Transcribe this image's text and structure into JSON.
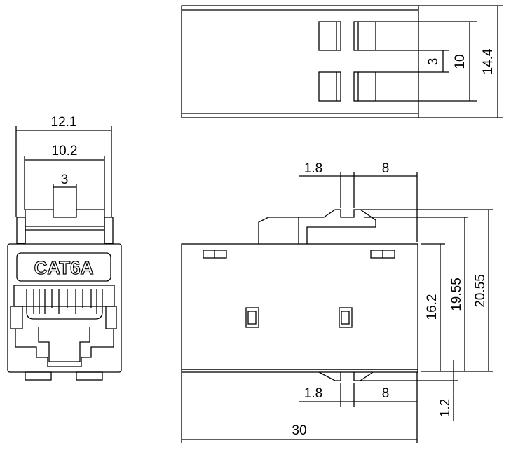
{
  "front_view": {
    "label": "CAT6A",
    "dims": {
      "width_outer": "12.1",
      "width_inner": "10.2",
      "tab": "3"
    }
  },
  "top_view": {
    "dims": {
      "slot_gap": "3",
      "slot_span": "10",
      "height": "14.4"
    }
  },
  "side_view": {
    "dims": {
      "top_tab": "1.8",
      "top_offset": "8",
      "bottom_tab": "1.8",
      "bottom_offset": "8",
      "body_height": "16.2",
      "height_a": "19.55",
      "height_b": "20.55",
      "base": "1.2",
      "length": "30"
    }
  }
}
